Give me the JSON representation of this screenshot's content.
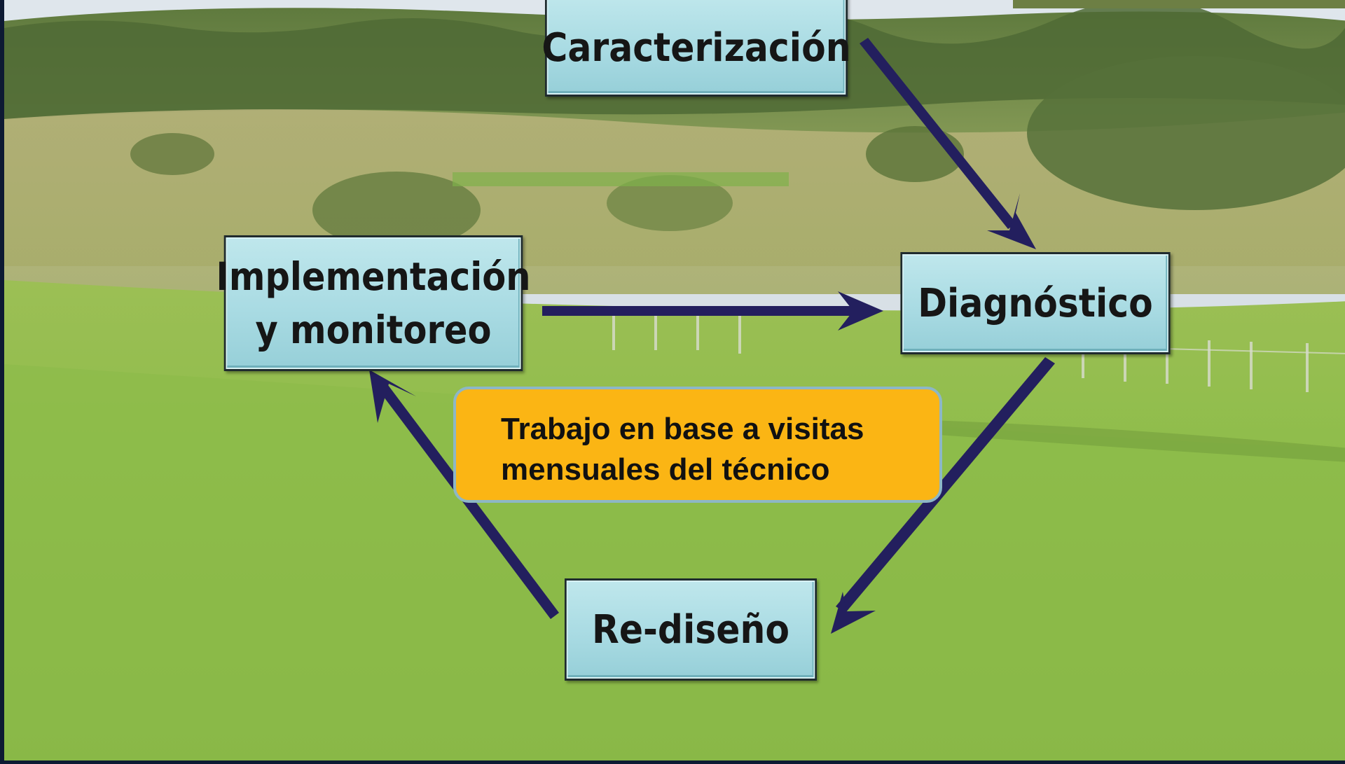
{
  "diagram": {
    "caracterizacion": "Caracterización",
    "diagnostico": "Diagnóstico",
    "implementacion_line1": "Implementación",
    "implementacion_line2": "y monitoreo",
    "rediseno": "Re-diseño",
    "note_line1": "Trabajo en base a visitas",
    "note_line2": "mensuales del técnico"
  },
  "colors": {
    "arrow": "#231f5e",
    "box_fill": "#a9dbe3",
    "note_fill": "#fbb514"
  }
}
